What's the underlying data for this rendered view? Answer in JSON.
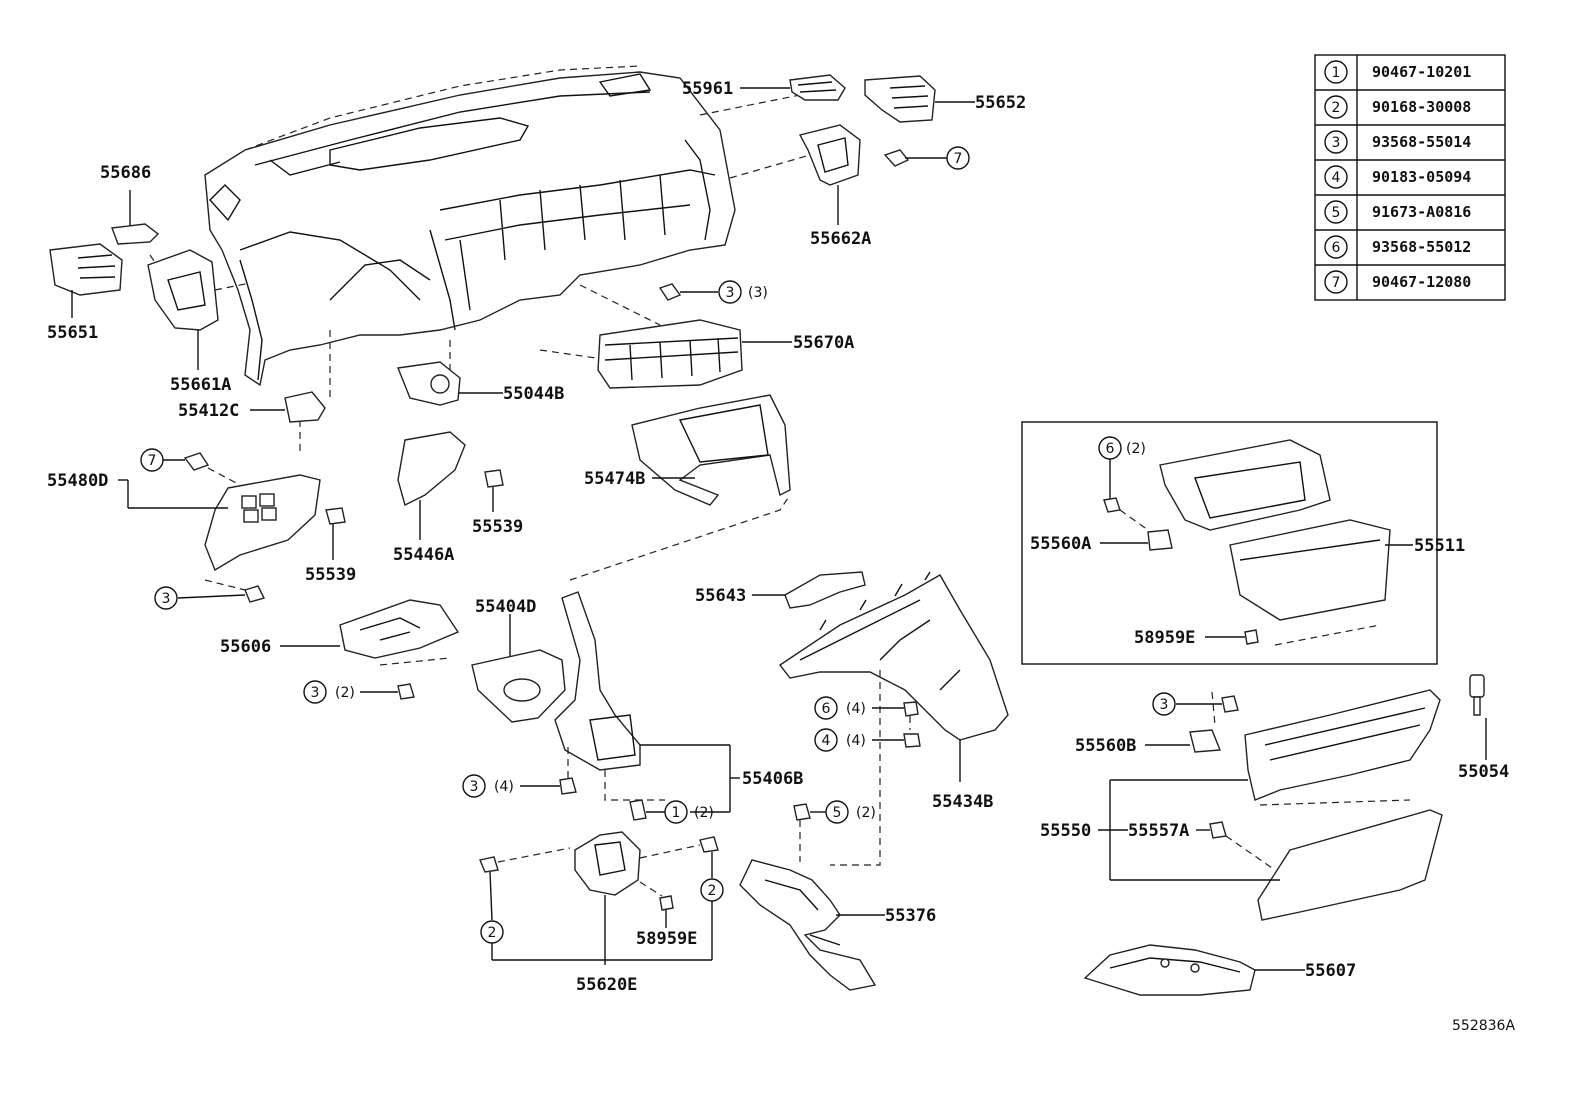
{
  "diagram_code": "552836A",
  "fastener_table": [
    {
      "n": "1",
      "part": "90467-10201"
    },
    {
      "n": "2",
      "part": "90168-30008"
    },
    {
      "n": "3",
      "part": "93568-55014"
    },
    {
      "n": "4",
      "part": "90183-05094"
    },
    {
      "n": "5",
      "part": "91673-A0816"
    },
    {
      "n": "6",
      "part": "93568-55012"
    },
    {
      "n": "7",
      "part": "90467-12080"
    }
  ],
  "labels": {
    "p55961": "55961",
    "p55652": "55652",
    "p55686": "55686",
    "p55662A": "55662A",
    "p55651": "55651",
    "p55661A": "55661A",
    "p55670A": "55670A",
    "p55412C": "55412C",
    "p55044B": "55044B",
    "p55480D": "55480D",
    "p55474B": "55474B",
    "p55539a": "55539",
    "p55539b": "55539",
    "p55446A": "55446A",
    "p55511": "55511",
    "p55560A": "55560A",
    "p58959Ea": "58959E",
    "p55643": "55643",
    "p55404D": "55404D",
    "p55606": "55606",
    "p55406B": "55406B",
    "p55434B": "55434B",
    "p55560B": "55560B",
    "p55054": "55054",
    "p55550": "55550",
    "p55557A": "55557A",
    "p55376": "55376",
    "p58959Eb": "58959E",
    "p55620E": "55620E",
    "p55607": "55607"
  },
  "callouts": [
    {
      "id": "c7a",
      "n": "7",
      "qty": ""
    },
    {
      "id": "c3a",
      "n": "3",
      "qty": "(3)"
    },
    {
      "id": "c7b",
      "n": "7",
      "qty": ""
    },
    {
      "id": "c6a",
      "n": "6",
      "qty": "(2)"
    },
    {
      "id": "c3b",
      "n": "3",
      "qty": ""
    },
    {
      "id": "c3c",
      "n": "3",
      "qty": "(2)"
    },
    {
      "id": "c6b",
      "n": "6",
      "qty": "(4)"
    },
    {
      "id": "c4a",
      "n": "4",
      "qty": "(4)"
    },
    {
      "id": "c3d",
      "n": "3",
      "qty": ""
    },
    {
      "id": "c3e",
      "n": "3",
      "qty": "(4)"
    },
    {
      "id": "c1a",
      "n": "1",
      "qty": "(2)"
    },
    {
      "id": "c5a",
      "n": "5",
      "qty": "(2)"
    },
    {
      "id": "c2a",
      "n": "2",
      "qty": ""
    },
    {
      "id": "c2b",
      "n": "2",
      "qty": ""
    }
  ]
}
